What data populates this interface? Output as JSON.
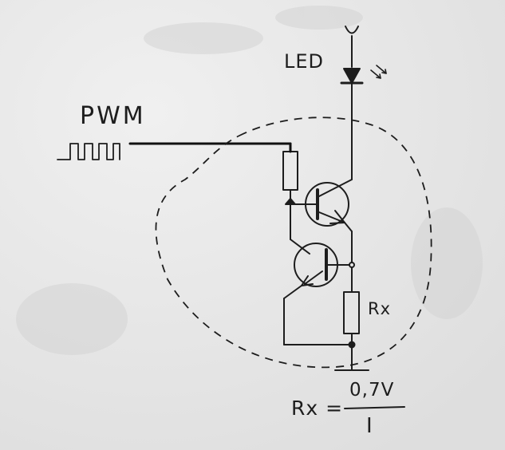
{
  "labels": {
    "led": "LED",
    "pwm": "PWM",
    "rx": "Rx",
    "formula_lhs": "Rx =",
    "formula_numerator": "0,7V",
    "formula_denominator": "I"
  },
  "colors": {
    "paper": "#e9e9e9",
    "ink": "#1d1d1d",
    "pwm_wire": "#111111"
  }
}
